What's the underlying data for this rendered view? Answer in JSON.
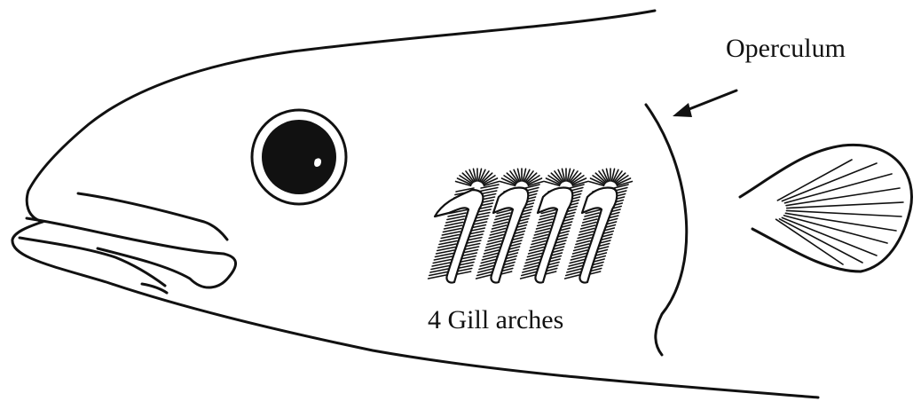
{
  "labels": {
    "operculum": "Operculum",
    "gill_arches": "4 Gill arches"
  },
  "colors": {
    "ink": "#111111",
    "background": "#ffffff"
  },
  "gill_arch_count": 4
}
